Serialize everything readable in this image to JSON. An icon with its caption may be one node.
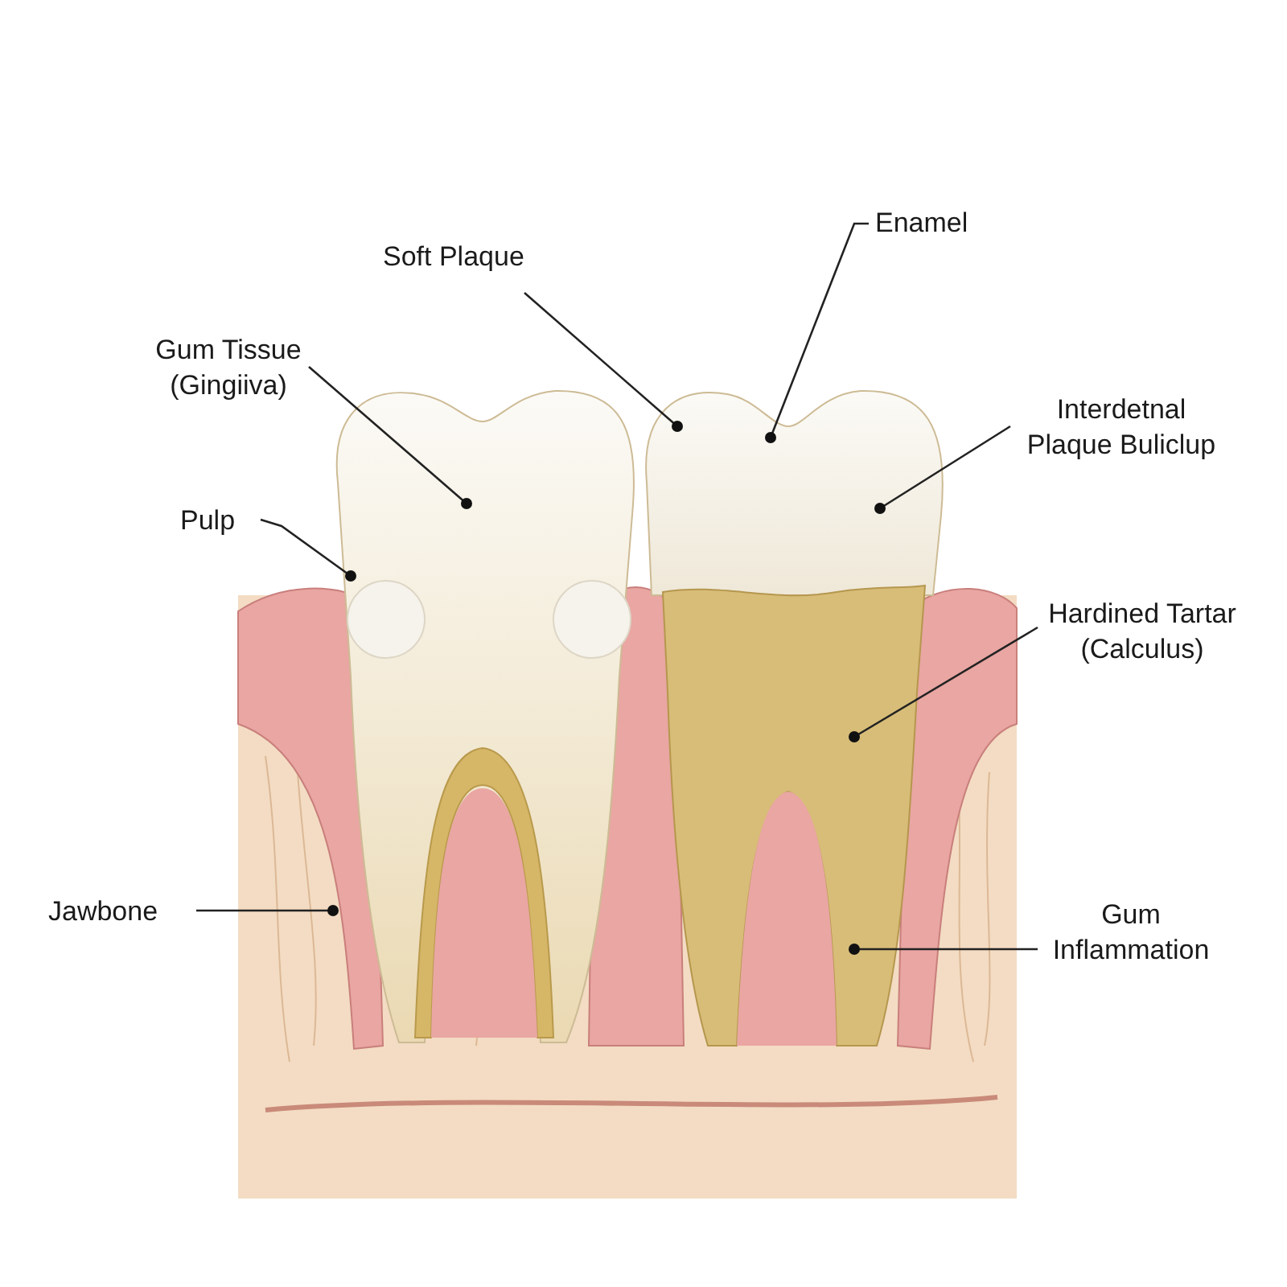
{
  "diagram": {
    "nodes": [
      {
        "text": [
          "Enamel"
        ]
      },
      {
        "text": [
          "Soft Plaque"
        ]
      },
      {
        "text": [
          "Gum Tissue (Gingiiva)"
        ]
      },
      {
        "text": [
          "Interdetnal Plaque Buliclup"
        ]
      },
      {
        "text": [
          "Pulp"
        ]
      },
      {
        "text": [
          "Hardined Tartar (Calculus)"
        ]
      },
      {
        "text": [
          "Jawbone"
        ]
      },
      {
        "text": [
          "Gum Inflammation"
        ]
      }
    ],
    "edges": [
      {
        "from": 0,
        "to": null,
        "arrow": "other"
      },
      {
        "from": 1,
        "to": null,
        "arrow": "other"
      },
      {
        "from": 2,
        "to": null,
        "arrow": "other"
      },
      {
        "from": 3,
        "to": null,
        "arrow": "other"
      },
      {
        "from": 4,
        "to": null,
        "arrow": "other"
      },
      {
        "from": 5,
        "to": null,
        "arrow": "other"
      },
      {
        "from": 6,
        "to": null,
        "arrow": "other"
      },
      {
        "from": 7,
        "to": null,
        "arrow": "other"
      }
    ]
  }
}
